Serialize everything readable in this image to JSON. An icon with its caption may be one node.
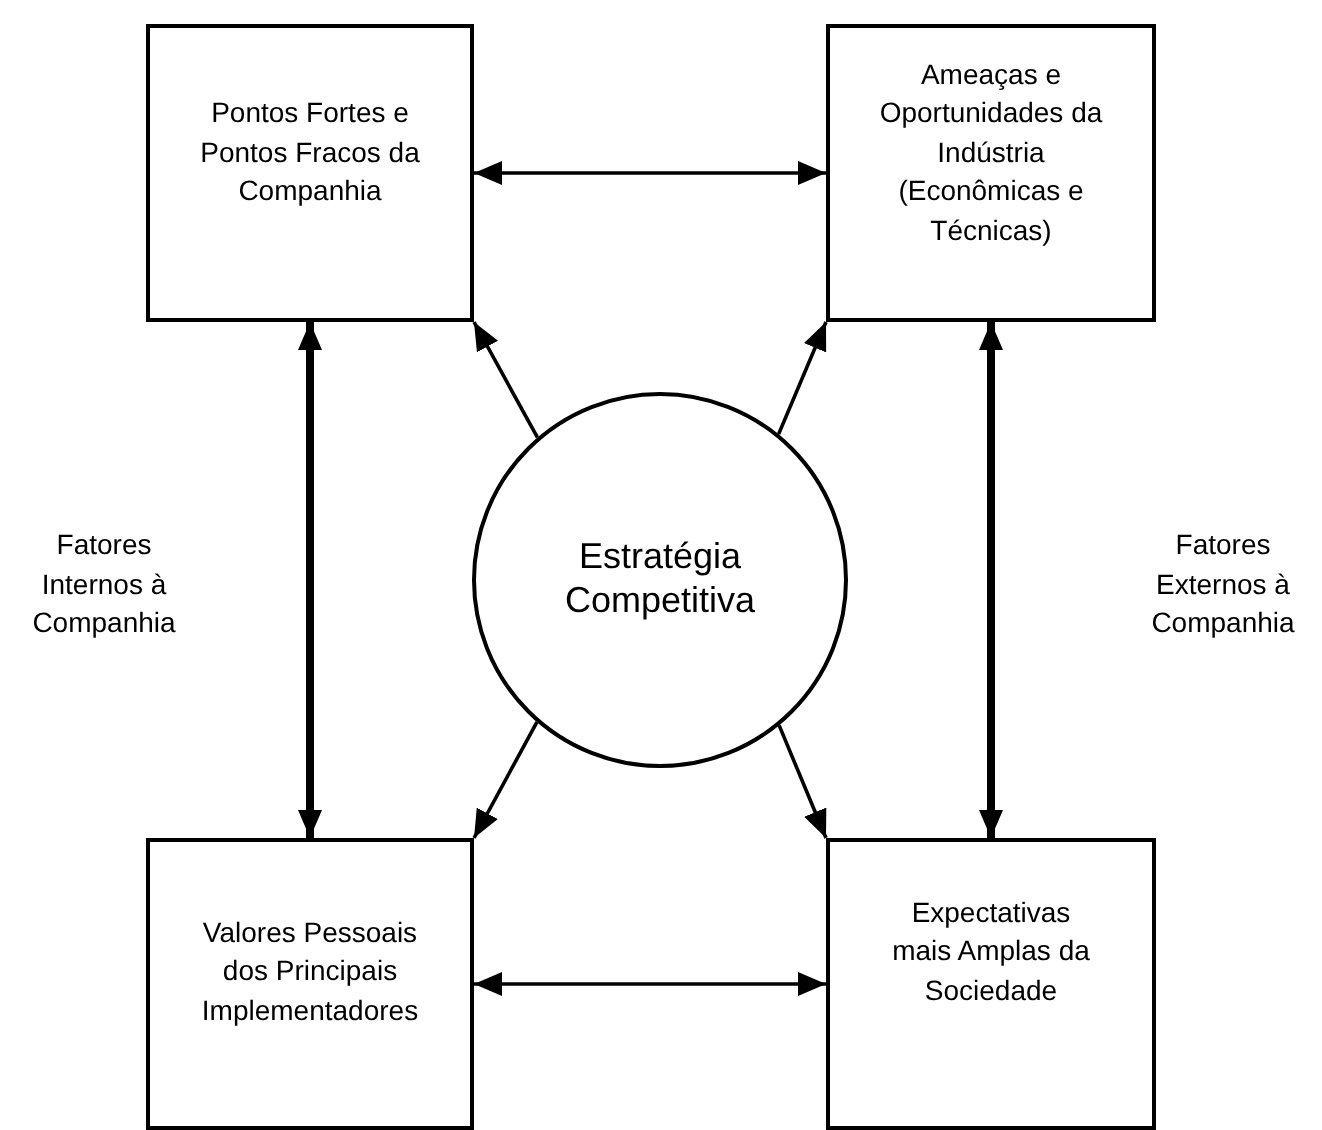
{
  "diagram": {
    "nodes": [
      {
        "text": [
          "Pontos Fortes e Pontos Fracos da Companhia"
        ]
      },
      {
        "text": [
          "Ameaças e Oportunidades da Indústria (Econômicas e Técnicas)"
        ]
      },
      {
        "text": [
          "Estratégia Competitiva"
        ]
      },
      {
        "text": [
          "Valores Pessoais dos Principais Implementadores"
        ]
      },
      {
        "text": [
          "Expectativas mais Amplas da Sociedade"
        ]
      }
    ],
    "edges": [
      {
        "from": 0,
        "to": 1,
        "arrow": "both"
      },
      {
        "from": 0,
        "to": 3,
        "arrow": "both",
        "style": "thick"
      },
      {
        "from": 1,
        "to": 4,
        "arrow": "both",
        "style": "thick"
      },
      {
        "from": 3,
        "to": 4,
        "arrow": "both"
      },
      {
        "from": 2,
        "to": 0,
        "arrow": "to"
      },
      {
        "from": 2,
        "to": 1,
        "arrow": "to"
      },
      {
        "from": 2,
        "to": 3,
        "arrow": "to"
      },
      {
        "from": 2,
        "to": 4,
        "arrow": "to"
      }
    ],
    "labels": [
      "Fatores Internos à Companhia",
      "Fatores Externos à Companhia"
    ]
  }
}
